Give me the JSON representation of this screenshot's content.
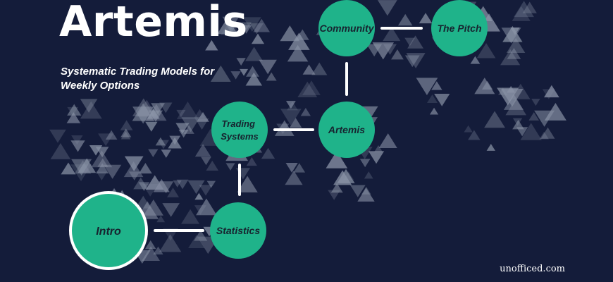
{
  "title": "Artemis",
  "subtitle": "Systematic Trading Models for Weekly Options",
  "nodes": {
    "community": [
      "Community"
    ],
    "pitch": [
      "The Pitch"
    ],
    "trading_systems": [
      "Trading",
      "Systems"
    ],
    "artemis": [
      "Artemis"
    ],
    "intro": [
      "Intro"
    ],
    "statistics": [
      "Statistics"
    ]
  },
  "watermark": "unofficed.com",
  "colors": {
    "background": "#141c3a",
    "node_fill": "#1fb38a",
    "connector": "#ffffff",
    "decor_triangles": "#8c95a8"
  }
}
